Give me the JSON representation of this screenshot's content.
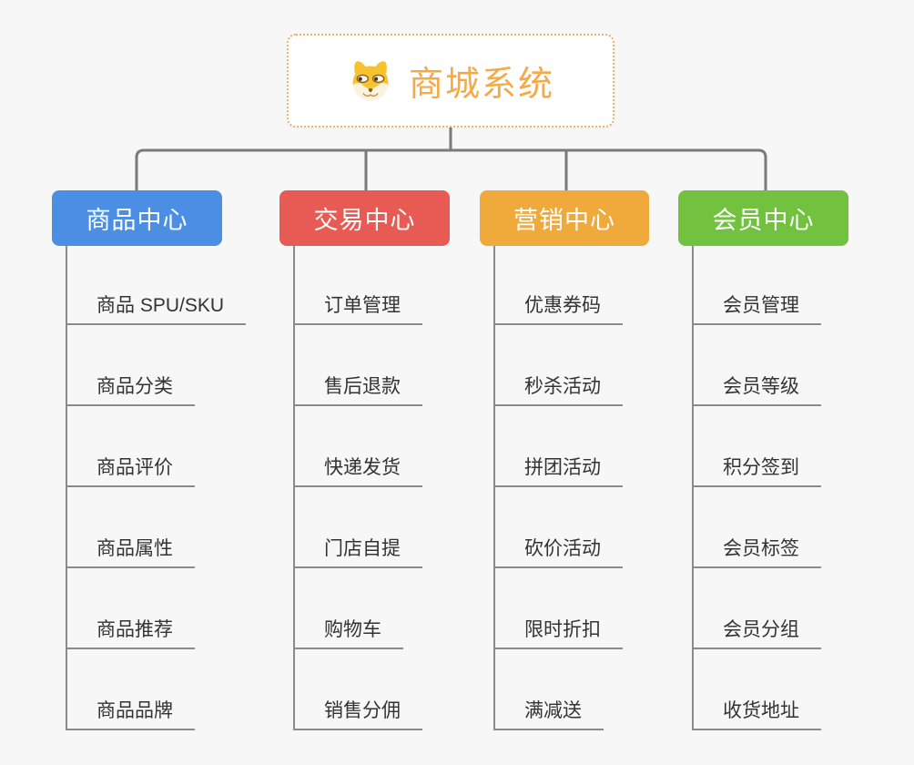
{
  "root": {
    "title": "商城系统",
    "icon": "dog-face"
  },
  "branches": [
    {
      "label": "商品中心",
      "color": "#4A8FE4",
      "children": [
        "商品 SPU/SKU",
        "商品分类",
        "商品评价",
        "商品属性",
        "商品推荐",
        "商品品牌"
      ]
    },
    {
      "label": "交易中心",
      "color": "#E85A54",
      "children": [
        "订单管理",
        "售后退款",
        "快递发货",
        "门店自提",
        "购物车",
        "销售分佣"
      ]
    },
    {
      "label": "营销中心",
      "color": "#F0A93B",
      "children": [
        "优惠券码",
        "秒杀活动",
        "拼团活动",
        "砍价活动",
        "限时折扣",
        "满减送"
      ]
    },
    {
      "label": "会员中心",
      "color": "#72C13F",
      "children": [
        "会员管理",
        "会员等级",
        "积分签到",
        "会员标签",
        "会员分组",
        "收货地址"
      ]
    }
  ],
  "colors": {
    "background": "#F7F7F7",
    "connector": "#7A7A7A",
    "leaf_line": "#8A8A8A",
    "leaf_text": "#333333",
    "root_text": "#F4AA47",
    "root_border": "#F0AF62"
  }
}
